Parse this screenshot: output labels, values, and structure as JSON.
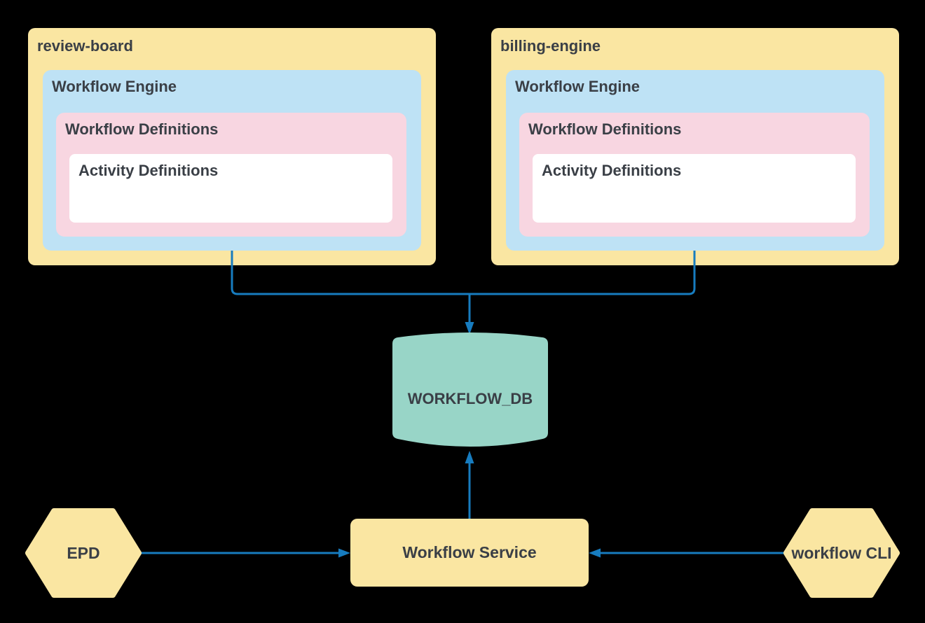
{
  "diagram": {
    "groups": [
      {
        "title": "review-board",
        "engine_label": "Workflow Engine",
        "definitions_label": "Workflow Definitions",
        "activity_label": "Activity Definitions"
      },
      {
        "title": "billing-engine",
        "engine_label": "Workflow Engine",
        "definitions_label": "Workflow Definitions",
        "activity_label": "Activity Definitions"
      }
    ],
    "database": {
      "label": "WORKFLOW_DB"
    },
    "service": {
      "label": "Workflow Service"
    },
    "clients": {
      "left": {
        "label": "EPD"
      },
      "right": {
        "label": "workflow CLI"
      }
    },
    "colors": {
      "background": "#000000",
      "container_fill": "#FAE6A2",
      "engine_fill": "#BEE2F5",
      "definitions_fill": "#F8D6E1",
      "activity_fill": "#FFFFFF",
      "database_fill": "#98D5C7",
      "connector": "#177CBF",
      "text": "#3A3F46"
    }
  }
}
